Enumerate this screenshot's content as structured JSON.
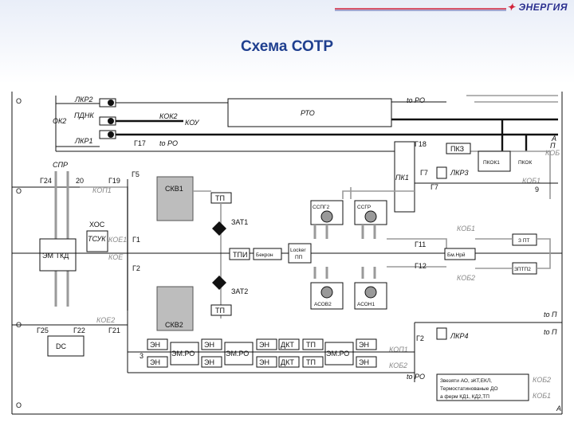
{
  "header": {
    "logo_text": "ЭНЕРГИЯ",
    "title": "Схема СОТР"
  },
  "diagram": {
    "left_markers": [
      "O",
      "O",
      "O",
      "O"
    ],
    "labels": {
      "lkr2": "ЛКР2",
      "ok2": "ОК2",
      "pdnk": "ПДНК",
      "lkr1": "ЛКР1",
      "kok2": "КОК2",
      "kou": "КОУ",
      "g17": "Г17",
      "to_po_1": "to РО",
      "to_po_top": "to РО",
      "g18": "Г18",
      "pks": "ПКЗ",
      "pkok1": "ПКОК1",
      "pkok": "ПКОК",
      "kob_top": "КОБ",
      "a_top": "А",
      "p_top": "П",
      "pk1": "ПК1",
      "g_mid": "Г7",
      "lkr3": "ЛКР3",
      "g_mid2": "Г7",
      "kob1": "КОБ1",
      "n9": "9",
      "spr": "СПР",
      "g24": "Г24",
      "n20": "20",
      "g19": "Г19",
      "kop1": "КОП1",
      "g5": "Г5",
      "skv1": "СКВ1",
      "tp1": "ТП",
      "sspg2": "ССПГ2",
      "ssgr": "ССГР",
      "zat1": "ЗАТ1",
      "xos": "ХОС",
      "tsuk": "ТСУК",
      "koe1": "КОЕ1",
      "g1": "Г1",
      "em_tkd": "ЭМ ТКД",
      "koe": "КОЕ",
      "g2": "Г2",
      "tpi": "ТПИ",
      "bekron": "Бекрон",
      "locker": "Locker",
      "locker_pp": "ПП",
      "kob1_r": "КОБ1",
      "g11": "Г11",
      "g12": "Г12",
      "em_npr": "Бм.Нрй",
      "zpt1": "З ПТ",
      "kob2_r": "КОБ2",
      "zptp2": "ЗПТП2",
      "asov2": "АСОВ2",
      "asov1": "АСОН1",
      "zat2": "ЗАТ2",
      "tp2": "ТП",
      "koe2": "КОЕ2",
      "skv2": "СКВ2",
      "to_p1": "to П",
      "to_p2": "to П",
      "g25": "Г25",
      "g22": "Г22",
      "g21": "Г21",
      "dc": "DC",
      "lkr4": "ЛКР4",
      "g_low": "Г2",
      "kop1_b": "КОП1",
      "kob2_b": "КОБ2",
      "to_po_b": "to РО",
      "kob2_rr": "КОБ2",
      "kob1_rr": "КОБ1",
      "eh": "ЭН",
      "em_po": "ЭМ.РО",
      "dkt": "ДКТ",
      "tp": "ТП",
      "n3": "3",
      "a_bot": "А",
      "rto": "РТО"
    },
    "legend_lines": [
      "Звезяти АО, эКТ,ЕКЛ,",
      "Термостатинованые ДО",
      "а ферм КД1, КД2,ТП"
    ]
  }
}
